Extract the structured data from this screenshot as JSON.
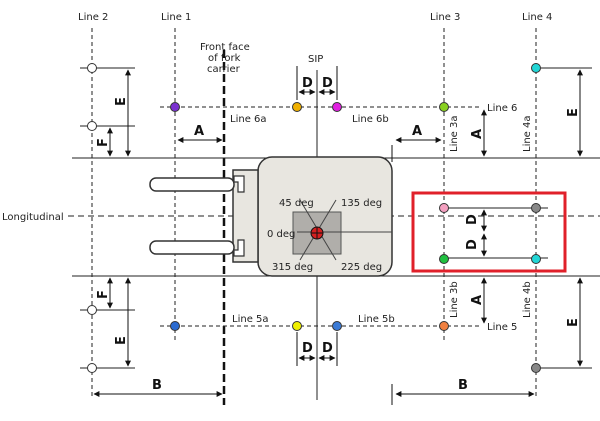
{
  "lines": {
    "line2": "Line 2",
    "line1": "Line 1",
    "line3": "Line 3",
    "line4": "Line 4",
    "line6": "Line 6",
    "line6a": "Line 6a",
    "line6b": "Line 6b",
    "line5": "Line 5",
    "line5a": "Line 5a",
    "line5b": "Line 5b",
    "line3a": "Line 3a",
    "line4a": "Line 4a",
    "line3b": "Line 3b",
    "line4b": "Line 4b"
  },
  "labels": {
    "front_face_1": "Front face",
    "front_face_2": "of fork",
    "front_face_3": "carrier",
    "sip": "SIP",
    "longitudinal": "Longitudinal"
  },
  "angles": {
    "a45": "45 deg",
    "a135": "135 deg",
    "a0": "0 deg",
    "a315": "315 deg",
    "a225": "225 deg"
  },
  "dimensions": {
    "A": "A",
    "B": "B",
    "D": "D",
    "E": "E",
    "F": "F"
  },
  "colors": {
    "highlight_box": "#e0202a",
    "truck_body": "#e8e6e0",
    "cog_marker": "#d42020"
  }
}
